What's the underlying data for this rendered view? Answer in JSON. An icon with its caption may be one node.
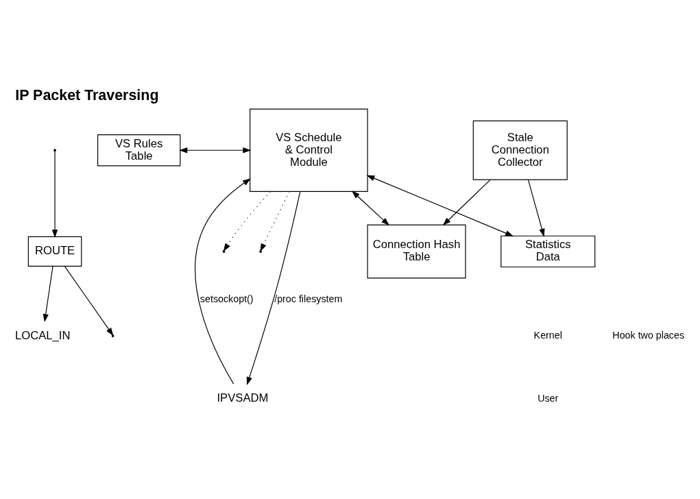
{
  "diagram": {
    "title": "IP Packet Traversing",
    "nodes": [
      {
        "text": [
          "ROUTE"
        ]
      },
      {
        "text": [
          "LOCAL_IN"
        ]
      },
      {
        "text": [
          "VS Rules Table"
        ]
      },
      {
        "text": [
          "VS Schedule & Control Module"
        ]
      },
      {
        "text": [
          "Connection Hash Table"
        ]
      },
      {
        "text": [
          "Stale Connection Collector"
        ]
      },
      {
        "text": [
          "Statistics Data"
        ]
      },
      {
        "text": [
          "IPVSADM"
        ]
      }
    ],
    "edges": [
      {
        "from": null,
        "to": 0,
        "arrow": "to"
      },
      {
        "from": 0,
        "to": null,
        "arrow": "to"
      },
      {
        "from": 0,
        "to": 1,
        "arrow": "to"
      },
      {
        "from": 3,
        "to": null,
        "arrow": "to",
        "style": "dashed"
      },
      {
        "from": 3,
        "to": null,
        "arrow": "to",
        "style": "dashed"
      },
      {
        "from": 2,
        "to": 3,
        "arrow": "both"
      },
      {
        "from": 3,
        "to": 4,
        "arrow": "both"
      },
      {
        "from": 5,
        "to": 4,
        "arrow": "to"
      },
      {
        "from": 5,
        "to": 6,
        "arrow": "to"
      },
      {
        "from": 3,
        "to": 6,
        "arrow": "both"
      },
      {
        "from": 7,
        "to": 3,
        "arrow": "to",
        "label": "setsockopt()"
      },
      {
        "from": 3,
        "to": 7,
        "arrow": "to",
        "label": "/proc filesystem"
      }
    ],
    "labels": [
      "Hook two places",
      "Kernel",
      "User"
    ]
  }
}
